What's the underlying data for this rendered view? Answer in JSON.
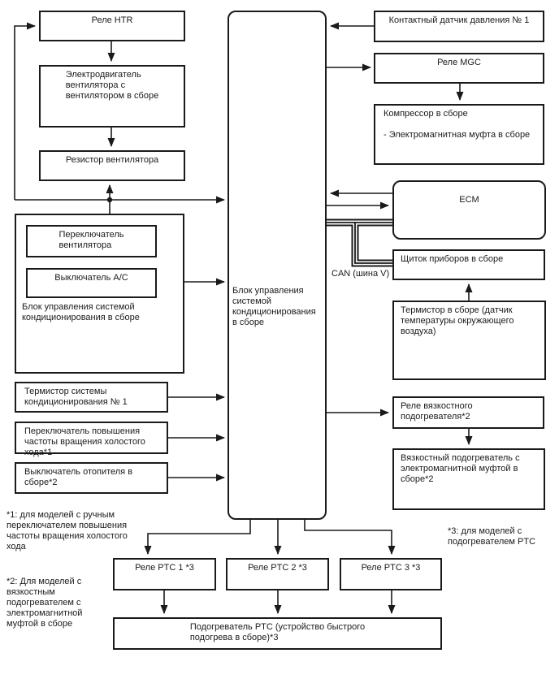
{
  "boxes": {
    "rele_htr": "Реле HTR",
    "fan_motor": "Электродвигатель\nвентилятора с\nвентилятором в сборе",
    "fan_resistor": "Резистор вентилятора",
    "fan_switch": "Переключатель\nвентилятора",
    "ac_switch": "Выключатель A/C",
    "ac_group_label": "Блок управления системой\nкондиционирования в сборе",
    "thermistor_ac": "Термистор системы\nкондиционирования № 1",
    "idle_up_switch": "Переключатель повышения\nчастоты вращения холостого\nхода*1",
    "heater_switch": "Выключатель отопителя в\nсборе*2",
    "main_block": "Блок управления\nсистемой\nкондиционирования\nв сборе",
    "pressure_sensor": "Контактный датчик давления № 1",
    "rele_mgc": "Реле MGC",
    "compressor": "Компрессор в сборе\n\n- Электромагнитная муфта в сборе",
    "ecm": "ECM",
    "instrument_cluster": "Щиток приборов в сборе",
    "ambient_thermistor": "Термистор в сборе (датчик\nтемпературы окружающего\nвоздуха)",
    "viscous_relay": "Реле вязкостного\nподогревателя*2",
    "viscous_heater": "Вязкостный подогреватель с\nэлектромагнитной муфтой в\nсборе*2",
    "ptc_relay_1": "Реле PTC 1 *3",
    "ptc_relay_2": "Реле PTC 2 *3",
    "ptc_relay_3": "Реле PTC 3 *3",
    "ptc_heater": "Подогреватель PTC (устройство быстрого\nподогрева в сборе)*3"
  },
  "labels": {
    "can_bus": "CAN (шина V)",
    "note1": "*1: для моделей с ручным\nпереключателем повышения\nчастоты вращения холостого\nхода",
    "note2": "*2: Для моделей с\nвязкостным\nподогревателем с\nэлектромагнитной\nмуфтой в сборе",
    "note3": "*3: для моделей с\nподогревателем PTC"
  },
  "colors": {
    "line": "#1a1a1a",
    "background": "#ffffff"
  }
}
